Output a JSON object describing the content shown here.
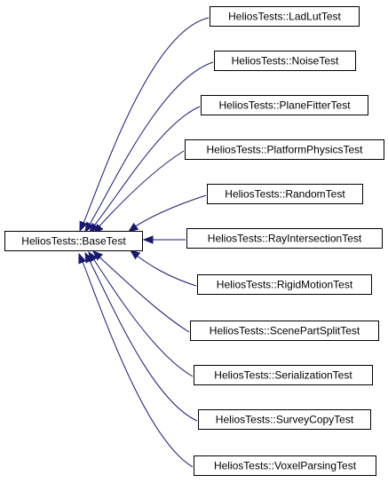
{
  "diagram": {
    "type": "inheritance-graph",
    "base_class": {
      "label": "HeliosTests::BaseTest"
    },
    "derived_classes": [
      {
        "label": "HeliosTests::LadLutTest"
      },
      {
        "label": "HeliosTests::NoiseTest"
      },
      {
        "label": "HeliosTests::PlaneFitterTest"
      },
      {
        "label": "HeliosTests::PlatformPhysicsTest"
      },
      {
        "label": "HeliosTests::RandomTest"
      },
      {
        "label": "HeliosTests::RayIntersectionTest"
      },
      {
        "label": "HeliosTests::RigidMotionTest"
      },
      {
        "label": "HeliosTests::ScenePartSplitTest"
      },
      {
        "label": "HeliosTests::SerializationTest"
      },
      {
        "label": "HeliosTests::SurveyCopyTest"
      },
      {
        "label": "HeliosTests::VoxelParsingTest"
      }
    ],
    "edge_color": "#191970",
    "node_border_color": "#000000",
    "background_color": "#ffffff"
  }
}
